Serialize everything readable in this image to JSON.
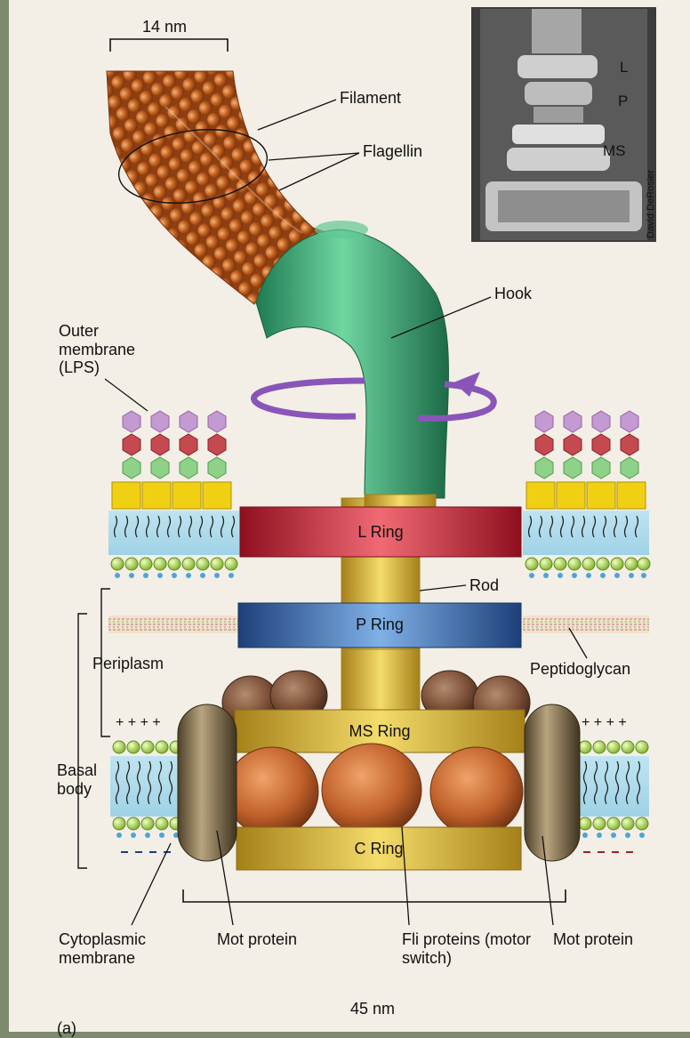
{
  "labels": {
    "scale_top": "14 nm",
    "filament": "Filament",
    "flagellin": "Flagellin",
    "hook": "Hook",
    "outer_membrane": "Outer membrane (LPS)",
    "l_ring": "L Ring",
    "rod": "Rod",
    "p_ring": "P Ring",
    "periplasm": "Periplasm",
    "peptidoglycan": "Peptidoglycan",
    "ms_ring": "MS Ring",
    "basal_body": "Basal body",
    "c_ring": "C Ring",
    "cytoplasmic_membrane": "Cytoplasmic membrane",
    "mot_protein_left": "Mot protein",
    "fli_proteins": "Fli proteins (motor switch)",
    "mot_protein_right": "Mot protein",
    "scale_bottom": "45 nm",
    "panel": "(a)",
    "plus_left": "+ + + +",
    "plus_right": "+ + + +"
  },
  "micrograph": {
    "label_l": "L",
    "label_p": "P",
    "label_ms": "MS",
    "credit": "David DeRosier"
  },
  "colors": {
    "background": "#7d8a6e",
    "page": "#f3efe6",
    "filament": "#b5561c",
    "hook": "#3bb07a",
    "l_ring": "#c8283a",
    "p_ring": "#2f6db5",
    "ms_ring": "#d8b32a",
    "c_ring": "#d8b32a",
    "rod": "#e3c12f",
    "fli_proteins": "#c0612b",
    "mot_protein": "#7a6a4a",
    "rotation_arrow": "#8a55b8"
  }
}
